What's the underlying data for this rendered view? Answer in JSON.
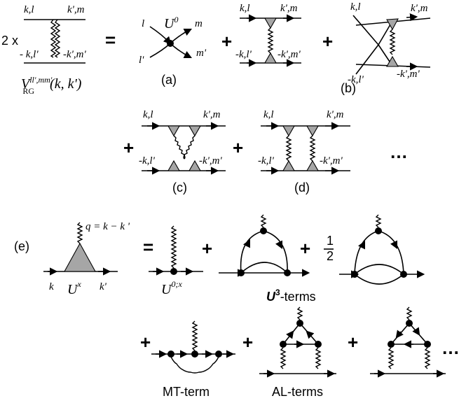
{
  "labels": {
    "k_l": "k,l",
    "kp_m": "k',m",
    "mk_lp": "-k,l'",
    "mkp_mp": "-k',m'",
    "mk_lp_spaced": "- k,l'",
    "l": "l",
    "m": "m",
    "lp": "l'",
    "mp": "m'",
    "k": "k",
    "kp": "k'",
    "q_eq": "q = k − k '",
    "two_x": "2 x",
    "V": "V",
    "V_sup": "ll',mm'",
    "V_sub": "RG",
    "V_args": "(k, k')",
    "U0": "U",
    "U0_sup": "0",
    "Ux": "U",
    "Ux_sup": "x",
    "U0x": "U",
    "U0x_sup": "0;x",
    "half_num": "1",
    "half_den": "2"
  },
  "panels": {
    "a": "(a)",
    "b": "(b)",
    "c": "(c)",
    "d": "(d)",
    "e": "(e)"
  },
  "ops": {
    "eq": "=",
    "plus": "+",
    "dots": "…"
  },
  "terms": {
    "u3_U": "U",
    "u3_sup": "3",
    "u3_tail": "-terms",
    "mt": "MT-term",
    "al": "AL-terms"
  }
}
